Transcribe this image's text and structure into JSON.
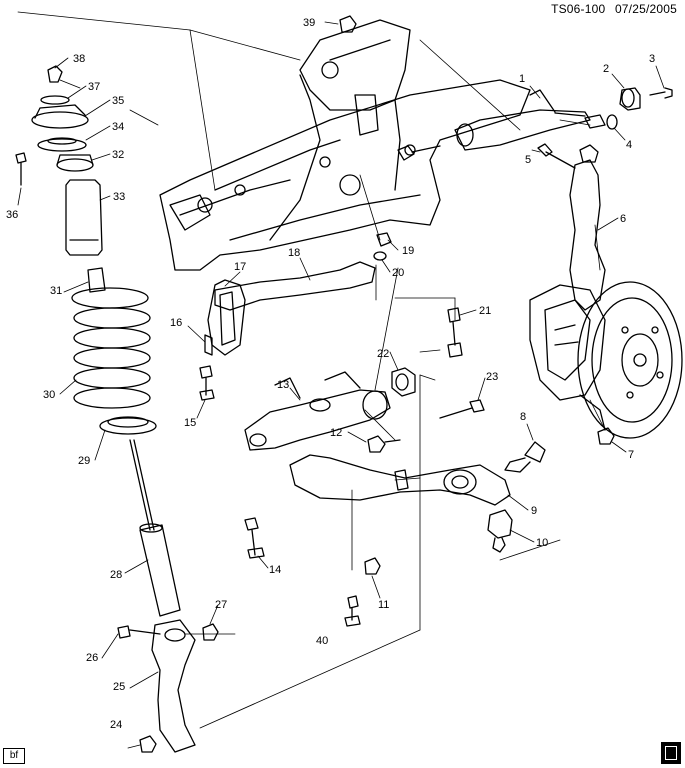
{
  "header": {
    "code": "TS06-100",
    "date": "07/25/2005"
  },
  "corner_tag": "bf",
  "callouts": [
    {
      "id": "1",
      "label": "1"
    },
    {
      "id": "2",
      "label": "2"
    },
    {
      "id": "3",
      "label": "3"
    },
    {
      "id": "4",
      "label": "4"
    },
    {
      "id": "5",
      "label": "5"
    },
    {
      "id": "6",
      "label": "6"
    },
    {
      "id": "7",
      "label": "7"
    },
    {
      "id": "8",
      "label": "8"
    },
    {
      "id": "9",
      "label": "9"
    },
    {
      "id": "10",
      "label": "10"
    },
    {
      "id": "11",
      "label": "11"
    },
    {
      "id": "12",
      "label": "12"
    },
    {
      "id": "13",
      "label": "13"
    },
    {
      "id": "14",
      "label": "14"
    },
    {
      "id": "15",
      "label": "15"
    },
    {
      "id": "16",
      "label": "16"
    },
    {
      "id": "17",
      "label": "17"
    },
    {
      "id": "18",
      "label": "18"
    },
    {
      "id": "19",
      "label": "19"
    },
    {
      "id": "20",
      "label": "20"
    },
    {
      "id": "21",
      "label": "21"
    },
    {
      "id": "22",
      "label": "22"
    },
    {
      "id": "23",
      "label": "23"
    },
    {
      "id": "24",
      "label": "24"
    },
    {
      "id": "25",
      "label": "25"
    },
    {
      "id": "26",
      "label": "26"
    },
    {
      "id": "27",
      "label": "27"
    },
    {
      "id": "28",
      "label": "28"
    },
    {
      "id": "29",
      "label": "29"
    },
    {
      "id": "30",
      "label": "30"
    },
    {
      "id": "31",
      "label": "31"
    },
    {
      "id": "32",
      "label": "32"
    },
    {
      "id": "33",
      "label": "33"
    },
    {
      "id": "34",
      "label": "34"
    },
    {
      "id": "35",
      "label": "35"
    },
    {
      "id": "36",
      "label": "36"
    },
    {
      "id": "37",
      "label": "37"
    },
    {
      "id": "38",
      "label": "38"
    },
    {
      "id": "39",
      "label": "39"
    },
    {
      "id": "40",
      "label": "40"
    }
  ]
}
